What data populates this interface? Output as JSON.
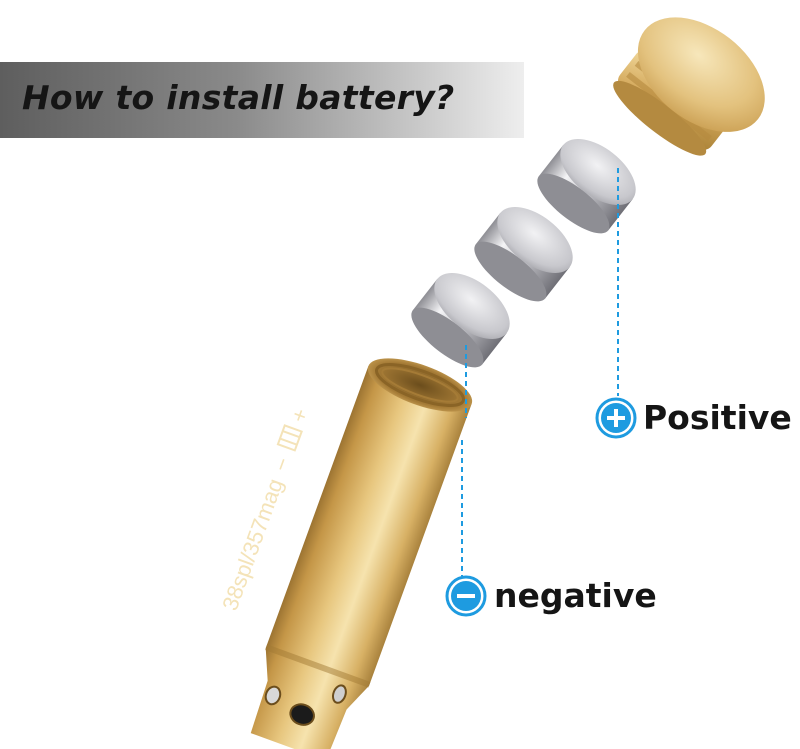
{
  "banner": {
    "title": "How to install battery?"
  },
  "labels": {
    "positive": "Positive",
    "negative": "negative"
  },
  "engraving": {
    "caliber": "38spl/357mag",
    "minus": "−",
    "plus": "+"
  },
  "icons": {
    "positive": "plus-circle-icon",
    "negative": "minus-circle-icon"
  },
  "colors": {
    "brass_light": "#f2d99a",
    "brass_mid": "#d9b060",
    "brass_dark": "#9a7430",
    "battery_silver": "#d8d8dc",
    "indicator_blue": "#1e9be0",
    "banner_dark": "#5e5e5e"
  }
}
